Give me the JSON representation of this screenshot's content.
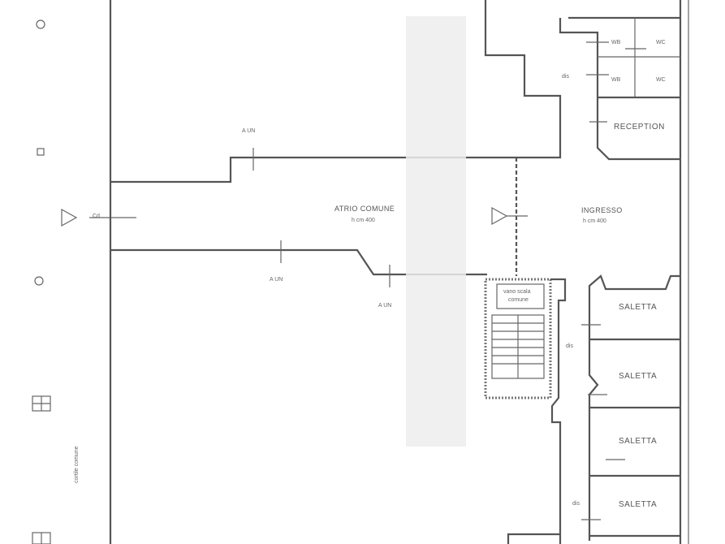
{
  "plan": {
    "labels": {
      "atrio_title": "ATRIO COMUNE",
      "atrio_height": "h cm 400",
      "ingresso_title": "INGRESSO",
      "ingresso_height": "h cm 400",
      "reception": "RECEPTION",
      "saletta_1": "SALETTA",
      "saletta_2": "SALETTA",
      "saletta_3": "SALETTA",
      "saletta_4": "SALETTA",
      "stair_label_1": "vano scala",
      "stair_label_2": "comune",
      "cortile": "cortile comune",
      "dim_a": "A UN",
      "dim_b": "A UN",
      "dim_c": "A UN",
      "wc_1": "WB",
      "wc_2": "WC",
      "wc_3": "WB",
      "wc_4": "WC",
      "dis_1": "dis",
      "dis_2": "dis",
      "dis_3": "dis",
      "entry_mark": "Cd"
    }
  }
}
